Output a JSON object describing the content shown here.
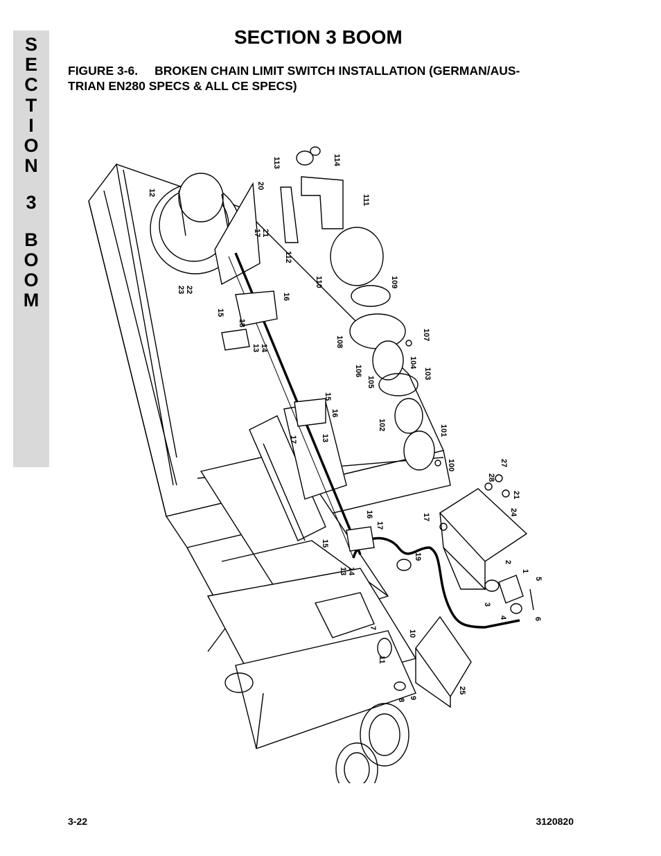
{
  "side_tab": {
    "letters": [
      "S",
      "E",
      "C",
      "T",
      "I",
      "O",
      "N",
      "",
      "3",
      "",
      "B",
      "O",
      "O",
      "M"
    ]
  },
  "header": {
    "section_title": "SECTION 3  BOOM"
  },
  "figure": {
    "number": "FIGURE 3-6.",
    "title_line1": "BROKEN CHAIN LIMIT SWITCH INSTALLATION (GERMAN/AUS-",
    "title_line2": "TRIAN EN280 SPECS & ALL CE SPECS)",
    "callouts": [
      "12",
      "20",
      "17",
      "21",
      "23",
      "22",
      "15",
      "18",
      "16",
      "13",
      "14",
      "15",
      "16",
      "17",
      "13",
      "113",
      "114",
      "111",
      "112",
      "110",
      "109",
      "108",
      "107",
      "106",
      "105",
      "104",
      "103",
      "102",
      "101",
      "100",
      "27",
      "28",
      "21",
      "24",
      "17",
      "16",
      "17",
      "15",
      "13",
      "14",
      "19",
      "2",
      "1",
      "5",
      "3",
      "4",
      "6",
      "7",
      "10",
      "11",
      "8",
      "9",
      "25"
    ]
  },
  "footer": {
    "page_number": "3-22",
    "doc_number": "3120820"
  }
}
